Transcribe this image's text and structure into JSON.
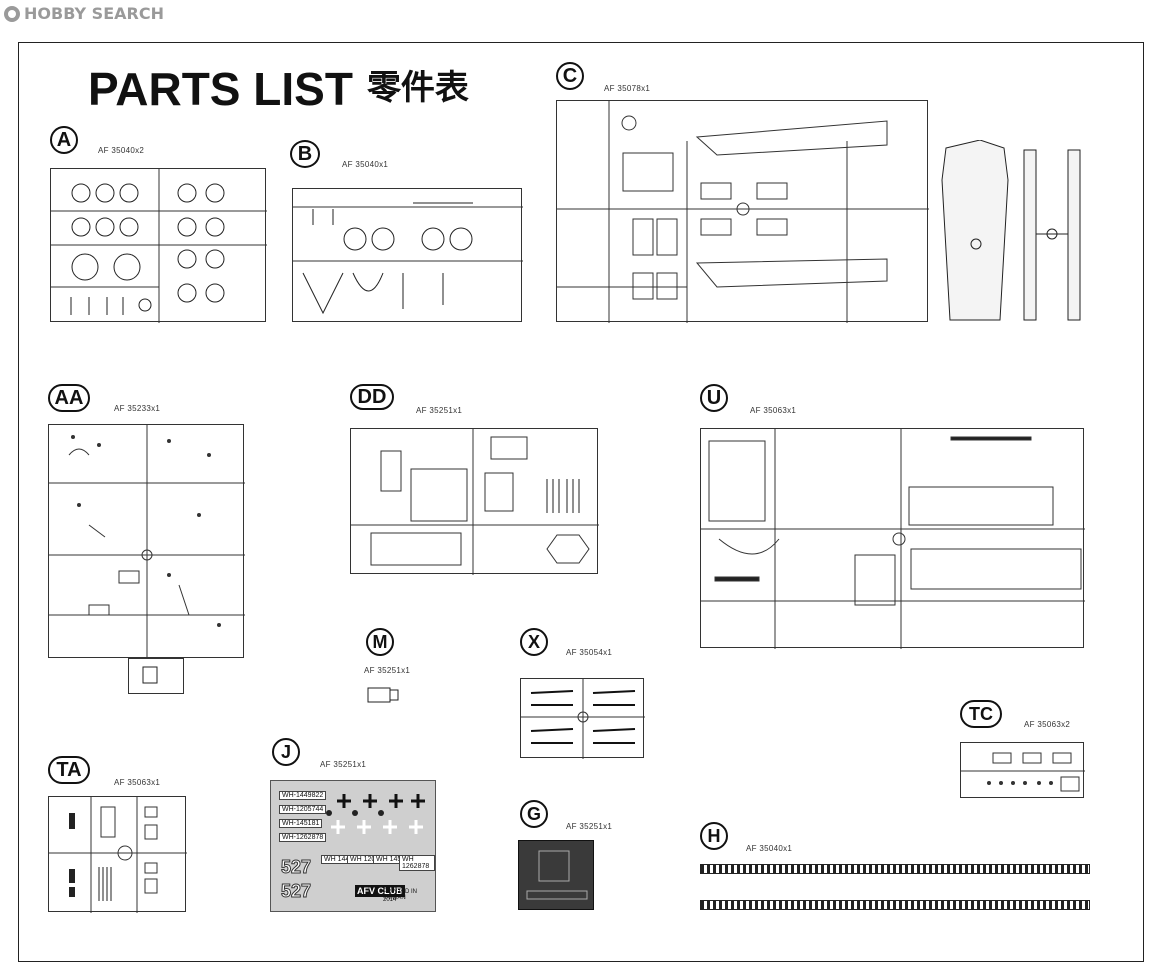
{
  "watermark": {
    "text": "HOBBY SEARCH"
  },
  "title": {
    "main": "PARTS  LIST",
    "chinese": "零件表"
  },
  "sprues": [
    {
      "id": "A",
      "ref": "AF 35040x2"
    },
    {
      "id": "B",
      "ref": "AF 35040x1"
    },
    {
      "id": "C",
      "ref": "AF 35078x1"
    },
    {
      "id": "AA",
      "ref": "AF 35233x1"
    },
    {
      "id": "DD",
      "ref": "AF 35251x1"
    },
    {
      "id": "U",
      "ref": "AF 35063x1"
    },
    {
      "id": "M",
      "ref": "AF 35251x1"
    },
    {
      "id": "X",
      "ref": "AF 35054x1"
    },
    {
      "id": "TC",
      "ref": "AF 35063x2"
    },
    {
      "id": "TA",
      "ref": "AF 35063x1"
    },
    {
      "id": "J",
      "ref": "AF 35251x1"
    },
    {
      "id": "G",
      "ref": "AF 35251x1"
    },
    {
      "id": "H",
      "ref": "AF 35040x1"
    }
  ],
  "decal": {
    "plates": [
      "WH-1449822",
      "WH-1205744",
      "WH-145181",
      "WH-1262878"
    ],
    "big_number": "527",
    "small_plates": [
      "WH 1449822",
      "WH 1205744",
      "WH 145181",
      "WH 1262878"
    ],
    "footer": "PRINTED IN TAIWAN",
    "year": "2014",
    "logo": "AFV CLUB"
  }
}
